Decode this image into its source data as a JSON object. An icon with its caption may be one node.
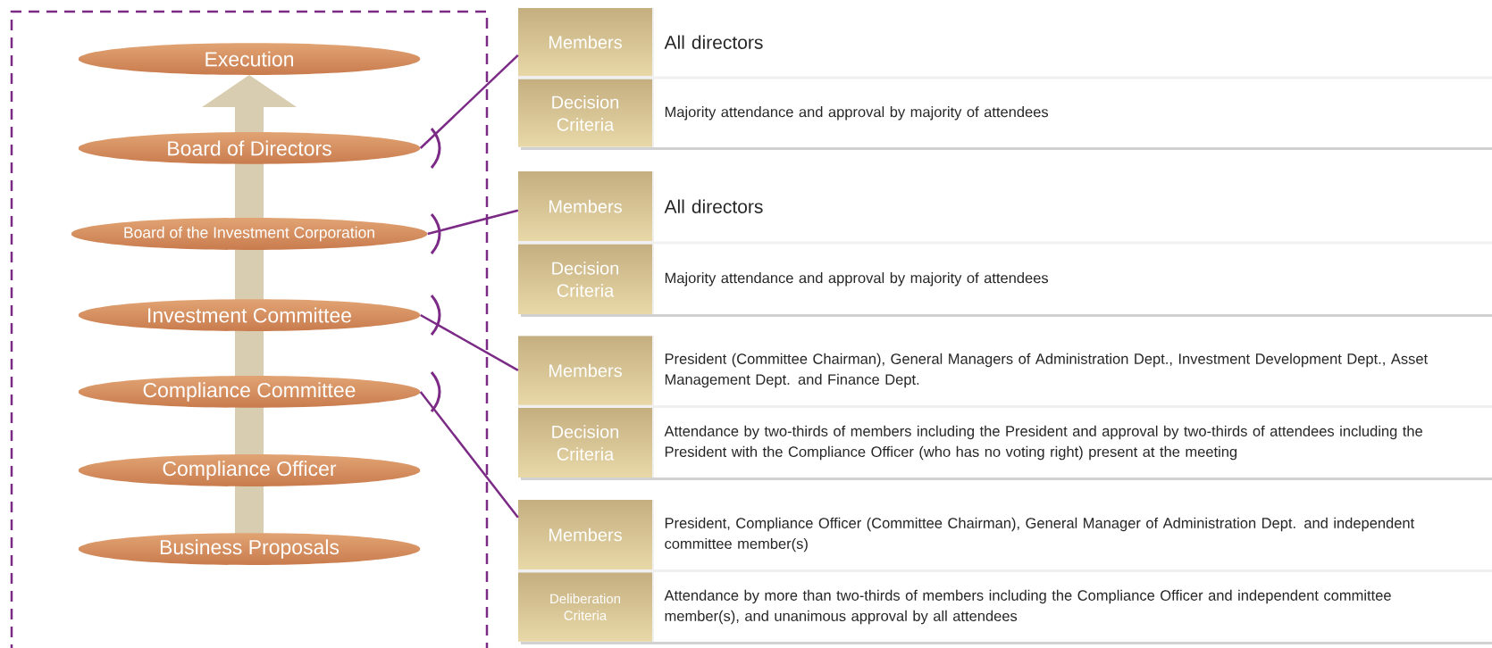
{
  "diagram": {
    "nodes": [
      {
        "text": [],
        "shape": "box"
      },
      {
        "text": [
          "Execution"
        ],
        "in": 0
      },
      {
        "text": [
          "Board of Directors"
        ],
        "in": 0
      },
      {
        "text": [
          "Board of the Investment Corporation"
        ],
        "in": 0
      },
      {
        "text": [
          "Investment Committee"
        ],
        "in": 0
      },
      {
        "text": [
          "Compliance Committee"
        ],
        "in": 0
      },
      {
        "text": [
          "Compliance Officer"
        ],
        "in": 0
      },
      {
        "text": [
          "Business Proposals"
        ],
        "in": 0
      },
      {
        "text": [],
        "shape": "box"
      },
      {
        "text": [
          "Members",
          "All directors"
        ],
        "in": 8
      },
      {
        "text": [
          "Decision Criteria",
          "Majority attendance and approval by majority of attendees"
        ],
        "in": 8
      },
      {
        "text": [],
        "shape": "box"
      },
      {
        "text": [
          "Members",
          "All directors"
        ],
        "in": 11
      },
      {
        "text": [
          "Decision Criteria",
          "Majority attendance and approval by majority of attendees"
        ],
        "in": 11
      },
      {
        "text": [],
        "shape": "box"
      },
      {
        "text": [
          "Members",
          "President (Committee Chairman), General Managers of Administration Dept., Investment Development Dept., Asset Management Dept. and Finance Dept."
        ],
        "in": 14
      },
      {
        "text": [
          "Decision Criteria",
          "Attendance by two-thirds of members including the President and approval by two-thirds of attendees including the President with the Compliance Officer (who has no voting right) present at the meeting"
        ],
        "in": 14
      },
      {
        "text": [],
        "shape": "box"
      },
      {
        "text": [
          "Members",
          "President, Compliance Officer (Committee Chairman), General Manager of Administration Dept. and independent committee member(s)"
        ],
        "in": 17
      },
      {
        "text": [
          "Deliberation Criteria",
          "Attendance by more than two-thirds of members including the Compliance Officer and independent committee member(s), and unanimous approval by all attendees"
        ],
        "in": 17
      }
    ],
    "edges": [
      {
        "from": 2,
        "to": 8,
        "arrow": "none"
      },
      {
        "from": 3,
        "to": 11,
        "arrow": "none"
      },
      {
        "from": 4,
        "to": 14,
        "arrow": "none"
      },
      {
        "from": 5,
        "to": 17,
        "arrow": "none"
      }
    ]
  }
}
